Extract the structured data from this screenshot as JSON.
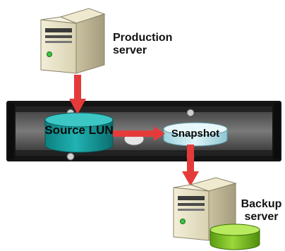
{
  "production_server": {
    "label": "Production server"
  },
  "backup_server": {
    "label": "Backup server"
  },
  "source_lun": {
    "label": "Source LUN"
  },
  "snapshot": {
    "label": "Snapshot"
  },
  "colors": {
    "arrow": "#e53a3a",
    "source_lun": "#139b9b",
    "snapshot": "#bfe6ee",
    "backup_disk": "#7cc31f",
    "server_body": "#e9e3c8",
    "chassis": "#1a1a1a"
  }
}
